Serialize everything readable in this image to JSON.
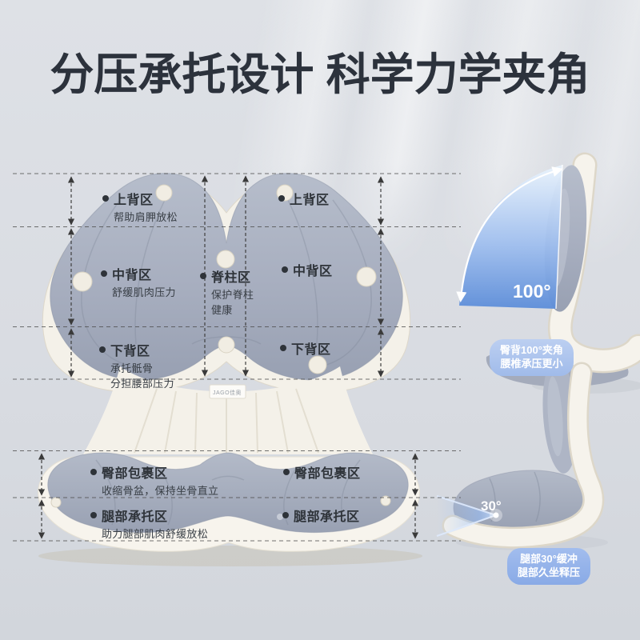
{
  "title": "分压承托设计 科学力学夹角",
  "product": {
    "brand_tag": "JAGO佳奥"
  },
  "zones": {
    "upper_left": {
      "label": "上背区",
      "desc": "帮助肩胛放松"
    },
    "upper_right": {
      "label": "上背区"
    },
    "mid_left": {
      "label": "中背区",
      "desc": "舒缓肌肉压力"
    },
    "spine": {
      "label": "脊柱区",
      "desc1": "保护脊柱",
      "desc2": "健康"
    },
    "mid_right": {
      "label": "中背区"
    },
    "lower_left": {
      "label": "下背区",
      "desc1": "承托骶骨",
      "desc2": "分担腰部压力"
    },
    "lower_right": {
      "label": "下背区"
    },
    "hip_left": {
      "label": "臀部包裹区",
      "desc": "收缩骨盆，保持坐骨直立"
    },
    "hip_right": {
      "label": "臀部包裹区"
    },
    "leg_left": {
      "label": "腿部承托区",
      "desc": "助力腿部肌肉舒缓放松"
    },
    "leg_right": {
      "label": "腿部承托区"
    }
  },
  "angles": {
    "back": {
      "value": "100°",
      "badge_line1": "臀背100°夹角",
      "badge_line2": "腰椎承压更小"
    },
    "leg": {
      "value": "30°",
      "badge_line1": "腿部30°缓冲",
      "badge_line2": "腿部久坐释压"
    }
  },
  "colors": {
    "title": "#2c323c",
    "cushion_gray": "#a8afc0",
    "base_cream": "#f4f1e9",
    "wedge_blue": "#5c8dd9",
    "badge_blue_top": "#a0bbea",
    "badge_blue_bottom": "#89aae6",
    "background": "#d8dbe1"
  }
}
